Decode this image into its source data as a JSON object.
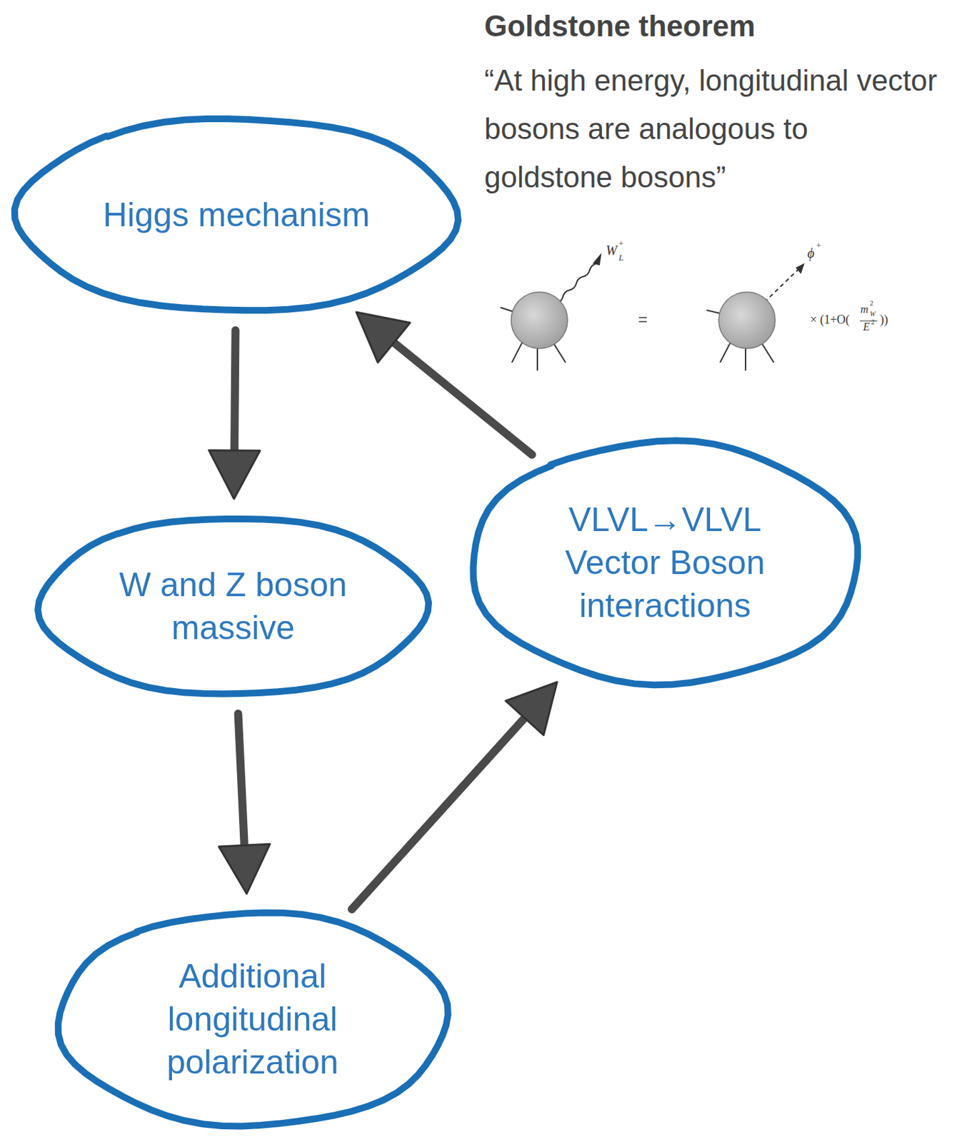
{
  "diagram": {
    "nodes": [
      {
        "text": [
          "Higgs mechanism"
        ]
      },
      {
        "text": [
          "W and Z boson massive"
        ]
      },
      {
        "text": [
          "Additional longitudinal polarization"
        ]
      },
      {
        "text": [
          "VLVL→VLVL Vector Boson interactions"
        ]
      }
    ],
    "edges": [
      {
        "from": 0,
        "to": 1,
        "arrow": "to"
      },
      {
        "from": 1,
        "to": 2,
        "arrow": "to"
      },
      {
        "from": 2,
        "to": 3,
        "arrow": "to"
      },
      {
        "from": 3,
        "to": 0,
        "arrow": "to"
      }
    ],
    "labels": [
      "Goldstone theorem",
      "“At high energy, longitudinal vector bosons are analogous to goldstone bosons”",
      "W",
      "+",
      "L",
      "ϕ",
      "+",
      "=",
      "× (1+O(",
      "m",
      "2",
      "W",
      "E",
      "2",
      "))"
    ]
  }
}
